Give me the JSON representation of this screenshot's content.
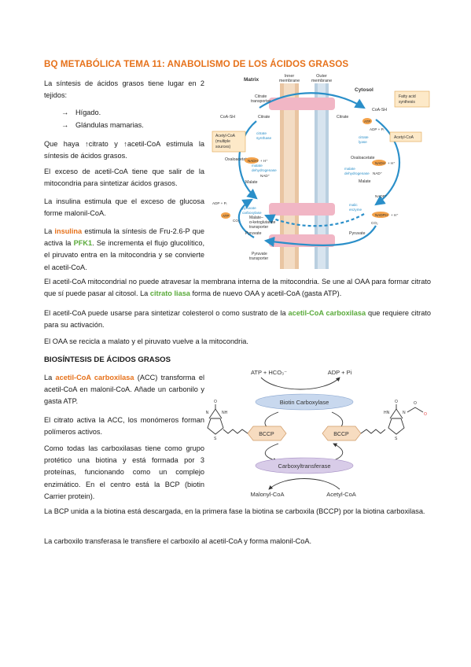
{
  "title": "BQ METABÓLICA TEMA 11: ANABOLISMO DE LOS ÁCIDOS GRASOS",
  "p1": "La síntesis de ácidos grasos tiene lugar en 2 tejidos:",
  "bullets": [
    "Hígado.",
    "Glándulas mamarias."
  ],
  "p2": "Que haya ↑citrato y ↑acetil-CoA estimula la síntesis de ácidos grasos.",
  "p3": "El exceso de acetil-CoA tiene que salir de la mitocondria para sintetizar ácidos grasos.",
  "p4": "La insulina estimula que el exceso de glucosa forme malonil-CoA.",
  "p5": {
    "a": "La ",
    "b": "insulina",
    "c": " estimula la síntesis de Fru-2.6-P que activa la ",
    "d": "PFK1",
    "e": ". Se incrementa el flujo glucolítico, el piruvato entra en la mitocondria y se convierte el acetil-CoA."
  },
  "p6": {
    "a": "El acetil-CoA mitocondrial no puede atravesar la membrana interna de la mitocondria. Se une al OAA para formar citrato que sí puede pasar al citosol. La ",
    "b": "citrato liasa",
    "c": " forma de nuevo OAA y acetil-CoA (gasta ATP)."
  },
  "p7": {
    "a": "El acetil-CoA puede usarse para sintetizar colesterol o como sustrato de la ",
    "b": "acetil-CoA carboxilasa",
    "c": " que requiere citrato para su activación."
  },
  "p8": "El OAA se recicla a malato y el piruvato vuelve a la mitocondria.",
  "h2": "BIOSÍNTESIS DE ÁCIDOS GRASOS",
  "p9": {
    "a": "La ",
    "b": "acetil-CoA carboxilasa",
    "c": " (ACC) transforma el acetil-CoA en malonil-CoA. Añade un carbonilo y gasta ATP."
  },
  "p10": "El citrato activa la ACC, los monómeros forman polímeros activos.",
  "p11": "Como todas las carboxilasas tiene como grupo protético una biotina y está formada por 3 proteínas, funcionando como un complejo enzimático. En el centro está la BCP (biotin Carrier protein).",
  "p12": "La BCP unida a la biotina está descargada, en la primera fase la biotina se carboxila (BCCP) por la biotina carboxilasa.",
  "p13": "La carboxilo transferasa le transfiere el carboxilo al acetil-CoA y forma malonil-CoA.",
  "fig1": {
    "matrix": "Matrix",
    "inner": "Inner",
    "inner2": "membrane",
    "outer": "Outer",
    "outer2": "membrane",
    "cytosol": "Cytosol",
    "citrate_t1": "Citrate",
    "citrate_t2": "transporter",
    "coash_l": "CoA-SH",
    "citrate_l": "Citrate",
    "cs1": "citrate",
    "cs2": "synthase",
    "acoa1": "Acetyl-CoA",
    "acoa2": "(multiple",
    "acoa3": "sources)",
    "oaa_l": "Oxaloacetate",
    "nadh_l": "NADH",
    "hplus": "+ H⁺",
    "mdh1": "malate",
    "mdh2": "dehydrogenase",
    "nadplus": "NAD⁺",
    "malate_l": "Malate",
    "adp_l": "ADP + Pᵢ",
    "atp": "ATP",
    "co2": "CO₂",
    "pc1": "pyruvate",
    "pc2": "carboxylase",
    "mkt1": "Malate–",
    "mkt2": "α-ketoglutarate",
    "mkt3": "transporter",
    "pyr_l": "Pyruvate",
    "pt1": "Pyruvate",
    "pt2": "transporter",
    "citrate_r": "Citrate",
    "coash_r": "CoA-SH",
    "fas1": "Fatty acid",
    "fas2": "synthesis",
    "adp_r": "ADP + Pᵢ",
    "cl1": "citrate",
    "cl2": "lyase",
    "acoa_r": "Acetyl-CoA",
    "oaa_r": "Oxaloacetate",
    "nadh_r": "NADH",
    "hplus_r": "+ H⁺",
    "mdh_r1": "malate",
    "mdh_r2": "dehydrogenase",
    "nadplus_r": "NAD⁺",
    "malate_r": "Malate",
    "nadp_r": "NADP⁺",
    "me1": "malic",
    "me2": "enzyme",
    "nadph": "NADPH",
    "co2_r": "CO₂",
    "pyr_r": "Pyruvate"
  },
  "fig2": {
    "atp_hco3": "ATP + HCO₃⁻",
    "adp_pi": "ADP + Pi",
    "bc": "Biotin Carboxylase",
    "bccp": "BCCP",
    "ct": "Carboxyltransferase",
    "malonyl": "Malonyl-CoA",
    "acetyl": "Acetyl-CoA",
    "hn": "HN",
    "nh": "NH",
    "n": "N",
    "s": "S",
    "o": "O"
  }
}
